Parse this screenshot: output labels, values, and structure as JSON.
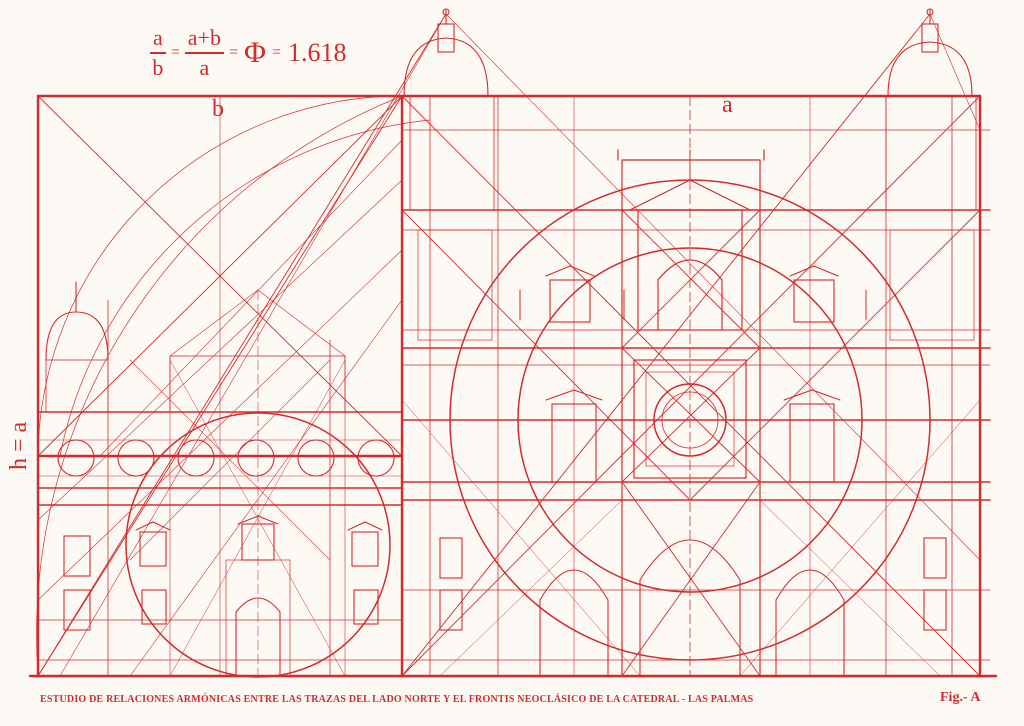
{
  "formula": {
    "frac1_num": "a",
    "frac1_den": "b",
    "eq1": "=",
    "frac2_num": "a+b",
    "frac2_den": "a",
    "eq2": "=",
    "phi": "Φ",
    "eq3": "=",
    "value": "1.618"
  },
  "labels": {
    "b": "b",
    "a": "a",
    "h": "h = a"
  },
  "caption": "ESTUDIO DE RELACIONES ARMÓNICAS ENTRE LAS TRAZAS DEL LADO NORTE Y EL FRONTIS NEOCLÁSICO DE LA CATEDRAL - LAS PALMAS",
  "figure_number": "Fig.- A",
  "colors": {
    "ink": "#d62a2a",
    "paper": "#fdfaf6"
  }
}
